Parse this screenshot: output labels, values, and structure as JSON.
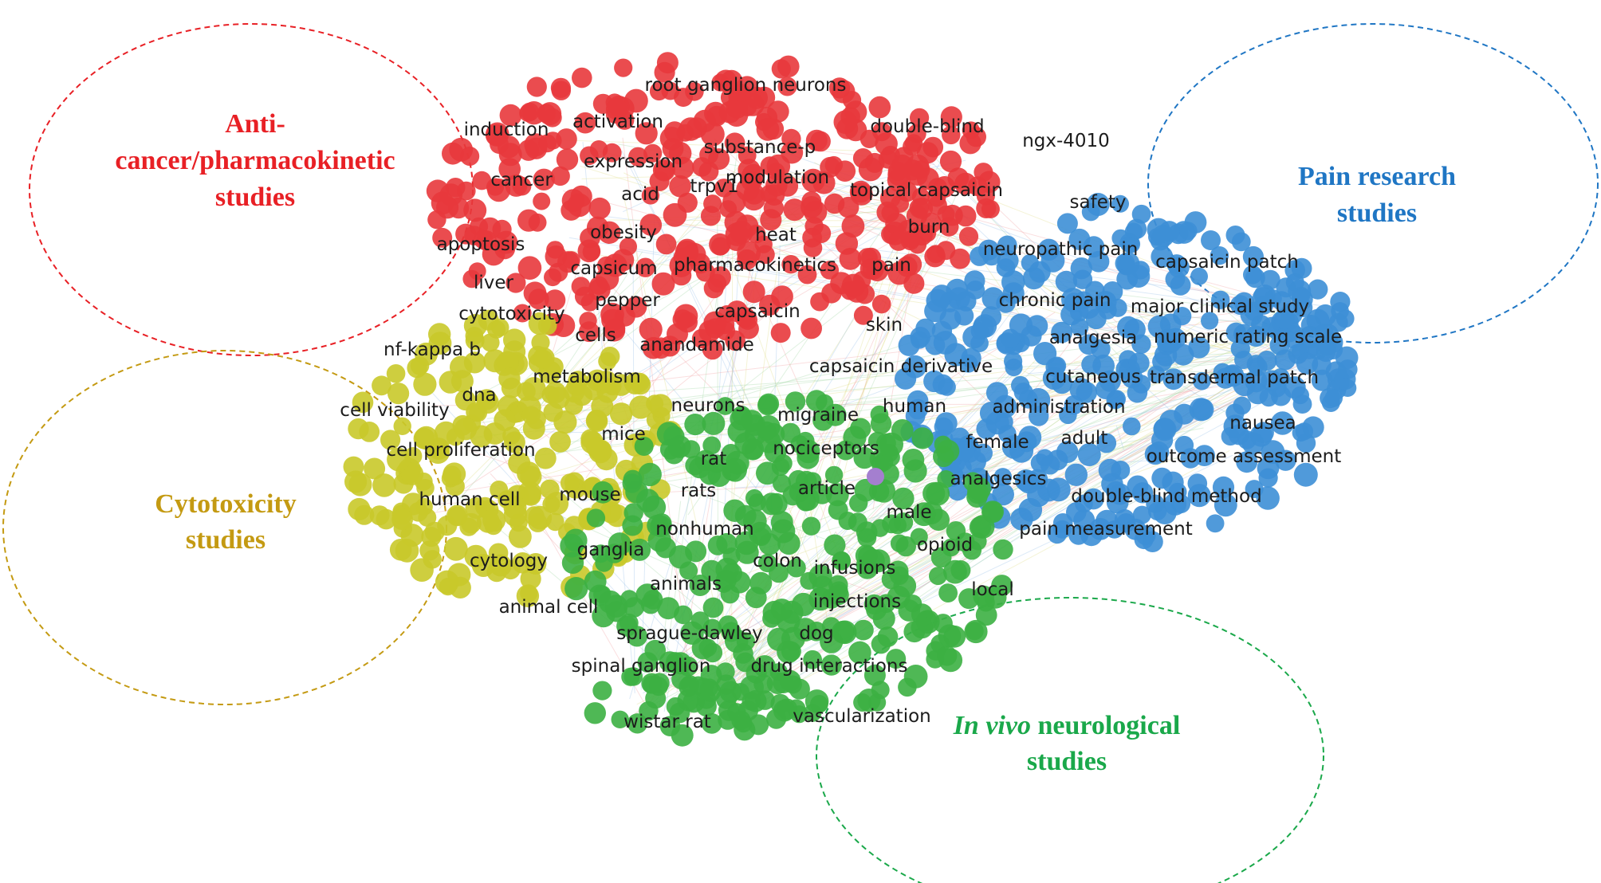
{
  "clusters": {
    "red": {
      "title_lines": [
        "Anti-",
        "cancer/pharmacokinetic",
        "studies"
      ],
      "color": "#e82025",
      "node_color": "#e8383c"
    },
    "blue": {
      "title_lines": [
        "Pain research",
        "studies"
      ],
      "color": "#1f76c4",
      "node_color": "#3d8fd6"
    },
    "yellow": {
      "title_lines": [
        "Cytotoxicity",
        "studies"
      ],
      "color": "#c49a12",
      "node_color": "#c9c92a"
    },
    "green": {
      "title_italic": "In vivo",
      "title_rest": " neurological",
      "title_line2": "studies",
      "color": "#1aa84a",
      "node_color": "#3cb043"
    }
  },
  "purple_node_color": "#a47fcf",
  "terms": {
    "red": [
      "root ganglion neurons",
      "induction",
      "activation",
      "double-blind",
      "ngx-4010",
      "substance-p",
      "expression",
      "cancer",
      "modulation",
      "acid",
      "topical capsaicin",
      "trpv1",
      "obesity",
      "heat",
      "burn",
      "apoptosis",
      "capsicum",
      "pharmacokinetics",
      "pain",
      "liver",
      "pepper",
      "capsaicin",
      "skin",
      "cells",
      "anandamide",
      "capsaicin derivative",
      "migraine"
    ],
    "blue": [
      "safety",
      "neuropathic pain",
      "capsaicin patch",
      "chronic pain",
      "major clinical study",
      "analgesia",
      "numeric rating scale",
      "cutaneous",
      "transdermal patch",
      "human",
      "administration",
      "nausea",
      "female",
      "adult",
      "outcome assessment",
      "analgesics",
      "double-blind method",
      "pain measurement"
    ],
    "yellow": [
      "cytotoxicity",
      "nf-kappa b",
      "metabolism",
      "dna",
      "cell viability",
      "mice",
      "cell proliferation",
      "human cell",
      "mouse",
      "cytology",
      "animal cell"
    ],
    "green": [
      "neurons",
      "nociceptors",
      "rat",
      "article",
      "rats",
      "male",
      "nonhuman",
      "opioid",
      "ganglia",
      "colon",
      "infusions",
      "animals",
      "local",
      "injections",
      "sprague-dawley",
      "dog",
      "spinal ganglion",
      "drug interactions",
      "wistar rat",
      "vascularization"
    ]
  }
}
